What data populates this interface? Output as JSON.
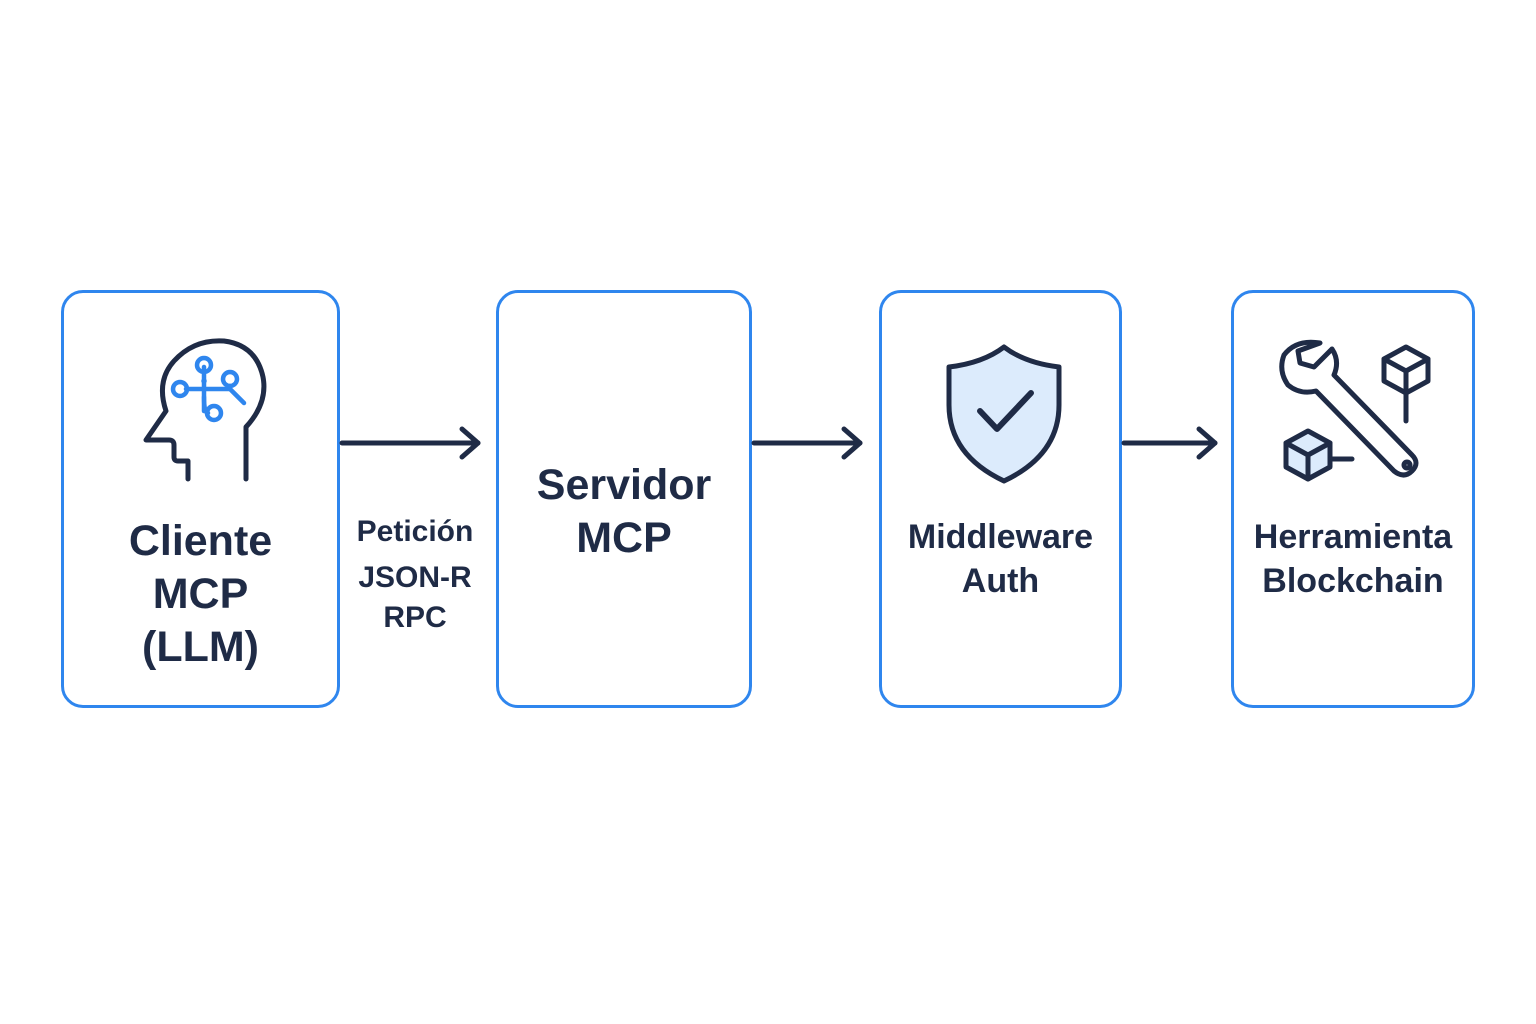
{
  "nodes": {
    "client": {
      "label": "Cliente\nMCP\n(LLM)",
      "icon": "head-circuit-icon"
    },
    "server": {
      "label": "Servidor\nMCP"
    },
    "auth": {
      "label": "Middleware\nAuth",
      "icon": "shield-check-icon"
    },
    "tool": {
      "label": "Herramienta\nBlockchain",
      "icon": "wrench-blocks-icon"
    }
  },
  "edges": {
    "client_to_server": {
      "label_line1": "Petición",
      "label_line2": "JSON-R",
      "label_line3": "RPC"
    }
  },
  "colors": {
    "border": "#2f86ee",
    "text": "#1f2b46",
    "accent": "#2f86ee",
    "shield_fill": "#dcebfc"
  }
}
